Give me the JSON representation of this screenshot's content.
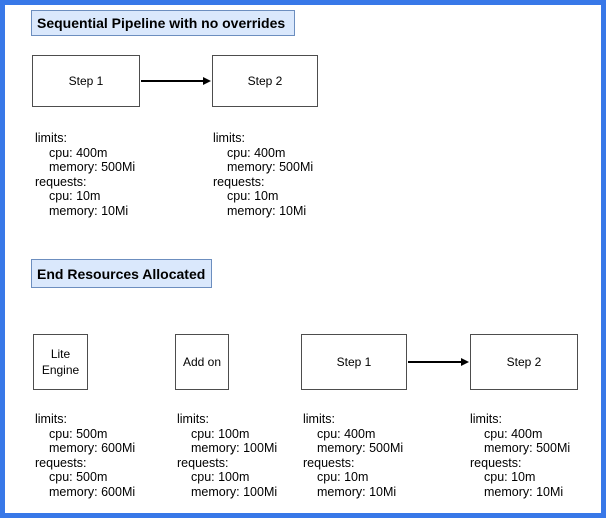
{
  "colors": {
    "page_border": "#3878e8",
    "background": "#ffffff",
    "title_fill": "#dae8fc",
    "title_border": "#6c8ebf",
    "node_fill": "#ffffff",
    "node_border": "#4d4d4d",
    "text": "#000000"
  },
  "section_pipeline": {
    "title": "Sequential Pipeline with no overrides",
    "nodes": [
      {
        "label": "Step 1"
      },
      {
        "label": "Step 2"
      }
    ],
    "resources": [
      {
        "lines": [
          "limits:",
          "cpu: 400m",
          "memory: 500Mi",
          "requests:",
          "cpu: 10m",
          "memory: 10Mi"
        ]
      },
      {
        "lines": [
          "limits:",
          "cpu: 400m",
          "memory: 500Mi",
          "requests:",
          "cpu: 10m",
          "memory: 10Mi"
        ]
      }
    ]
  },
  "section_end": {
    "title": "End Resources Allocated",
    "nodes": [
      {
        "label": "Lite Engine"
      },
      {
        "label": "Add on"
      },
      {
        "label": "Step 1"
      },
      {
        "label": "Step 2"
      }
    ],
    "resources": [
      {
        "lines": [
          "limits:",
          "cpu: 500m",
          "memory: 600Mi",
          "requests:",
          "cpu: 500m",
          "memory: 600Mi"
        ]
      },
      {
        "lines": [
          "limits:",
          "cpu: 100m",
          "memory: 100Mi",
          "requests:",
          "cpu: 100m",
          "memory: 100Mi"
        ]
      },
      {
        "lines": [
          "limits:",
          "cpu: 400m",
          "memory: 500Mi",
          "requests:",
          "cpu: 10m",
          "memory: 10Mi"
        ]
      },
      {
        "lines": [
          "limits:",
          "cpu: 400m",
          "memory: 500Mi",
          "requests:",
          "cpu: 10m",
          "memory: 10Mi"
        ]
      }
    ]
  }
}
